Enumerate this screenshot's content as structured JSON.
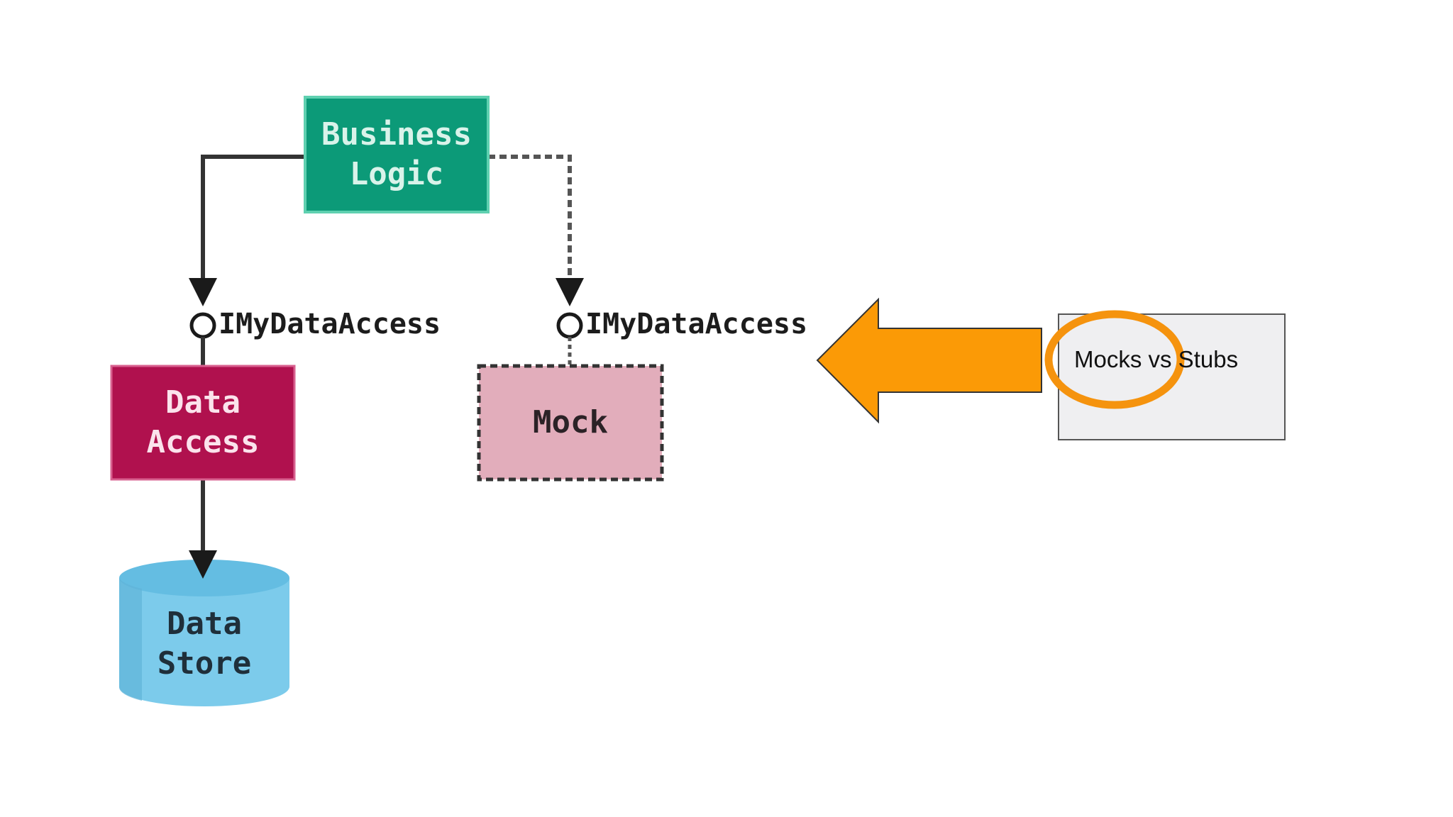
{
  "nodes": {
    "business_logic": "Business\nLogic",
    "data_access": "Data\nAccess",
    "mock": "Mock",
    "data_store": "Data\nStore"
  },
  "interfaces": {
    "real": "IMyDataAccess",
    "mock": "IMyDataAccess"
  },
  "callout": {
    "text": "Mocks vs Stubs"
  },
  "colors": {
    "business_logic": "#0c9a78",
    "data_access": "#b0114e",
    "mock": "#e2adbb",
    "data_store": "#7ccbeb",
    "arrow": "#fb9a06",
    "highlight_ring": "#f5930e",
    "callout_box": "#efeff1"
  }
}
